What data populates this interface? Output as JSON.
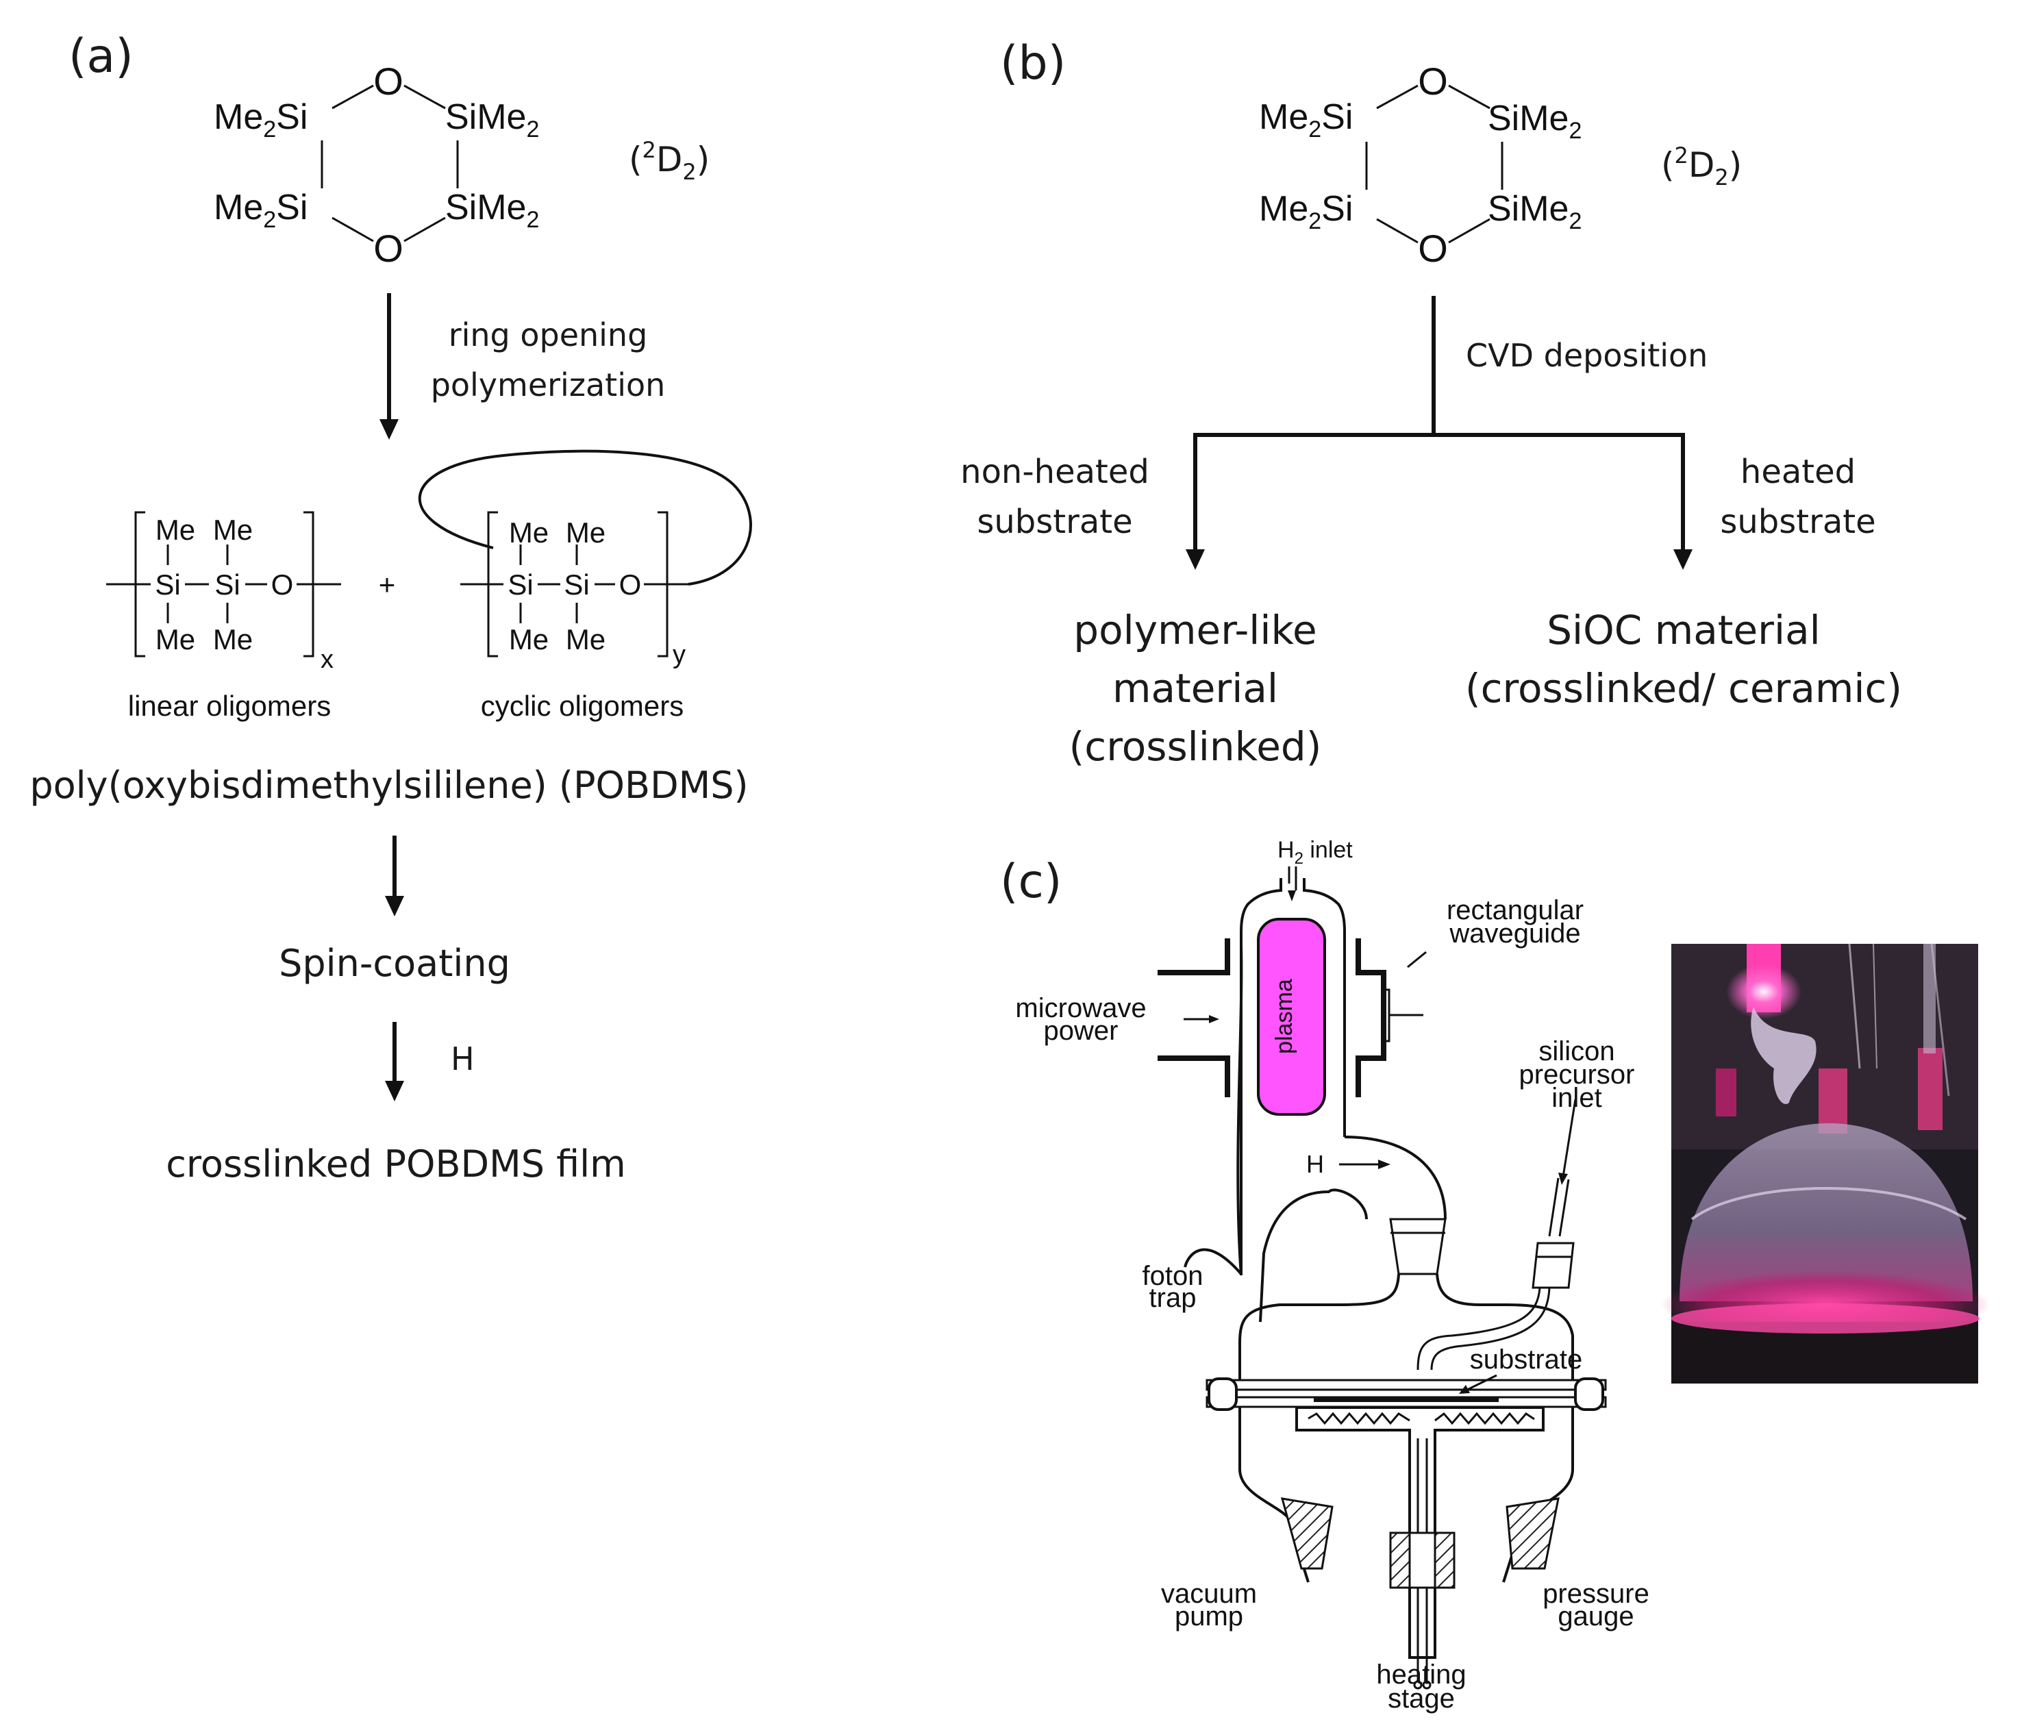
{
  "panel_a": {
    "label": "(a)",
    "ring": {
      "o_top": "O",
      "o_bottom": "O",
      "me2si": "Me",
      "sub2": "2",
      "si": "Si",
      "sime2": "SiMe",
      "notation_open": "(",
      "notation_sup": "2",
      "notation_d": "D",
      "notation_sub": "2",
      "notation_close": ")"
    },
    "step1_line1": "ring opening",
    "step1_line2": "polymerization",
    "oligomer": {
      "me": "Me",
      "si": "Si",
      "o": "O",
      "x": "x",
      "y": "y",
      "plus": "+"
    },
    "linear_label": "linear oligomers",
    "cyclic_label": "cyclic oligomers",
    "polymer_name": "poly(oxybisdimethylsililene)  (POBDMS)",
    "step2": "Spin-coating",
    "step3": "H",
    "product": "crosslinked  POBDMS film"
  },
  "panel_b": {
    "label": "(b)",
    "cvd": "CVD deposition",
    "left_cond_1": "non-heated",
    "left_cond_2": "substrate",
    "right_cond_1": "heated",
    "right_cond_2": "substrate",
    "left_prod_1": "polymer-like",
    "left_prod_2": "material",
    "left_prod_3": "(crosslinked)",
    "right_prod_1": "SiOC material",
    "right_prod_2": "(crosslinked/ ceramic)"
  },
  "panel_c": {
    "label": "(c)",
    "h2_prefix": "H",
    "h2_sub": "2",
    "h2_suffix": " inlet",
    "waveguide_1": "rectangular",
    "waveguide_2": "waveguide",
    "microwave_1": "microwave",
    "microwave_2": "power",
    "plasma": "plasma",
    "h_flow": "H",
    "silicon_1": "silicon",
    "silicon_2": "precursor",
    "silicon_3": "inlet",
    "foton_1": "foton",
    "foton_2": "trap",
    "substrate": "substrate",
    "vacuum_1": "vacuum",
    "vacuum_2": "pump",
    "pressure_1": "pressure",
    "pressure_2": "gauge",
    "heating_1": "heating",
    "heating_2": "stage",
    "colors": {
      "plasma_fill": "#ff55ff",
      "photo_glow": "#e0208a",
      "photo_bg": "#1e1a22"
    }
  }
}
